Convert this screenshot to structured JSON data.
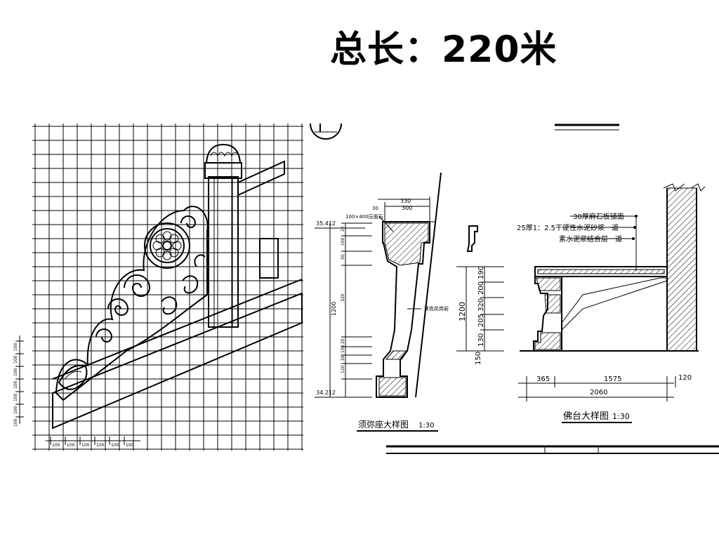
{
  "title": "总长：220米",
  "railing": {
    "bottom_dims": [
      "100",
      "100",
      "100",
      "100",
      "100",
      "100"
    ],
    "side_dims": [
      "100",
      "100",
      "100",
      "100",
      "100",
      "100",
      "100"
    ]
  },
  "xumizuo": {
    "caption": "须弥座大样图",
    "scale": "1:30",
    "elev_top": "35.412",
    "elev_bottom": "34.212",
    "top_dims": [
      "330",
      "300",
      "30"
    ],
    "cap_note": "100×400压面石",
    "body_note": "黄色花岗岩",
    "left_dims": [
      "20",
      "100",
      "50",
      "320",
      "20",
      "150",
      "20",
      "120"
    ],
    "total": "1200"
  },
  "fotai": {
    "caption": "佛台大样图",
    "scale": "1:30",
    "notes": [
      "30厚麻石板铺面",
      "25厚1：2.5干硬性水泥砂浆一道",
      "素水泥浆结合层一道"
    ],
    "small_dims": [
      "190",
      "200",
      "320",
      "205",
      "130"
    ],
    "total": "1200",
    "dim_150": "150",
    "bottom_dims": [
      "365",
      "1575",
      "120"
    ],
    "total_width": "2060"
  }
}
